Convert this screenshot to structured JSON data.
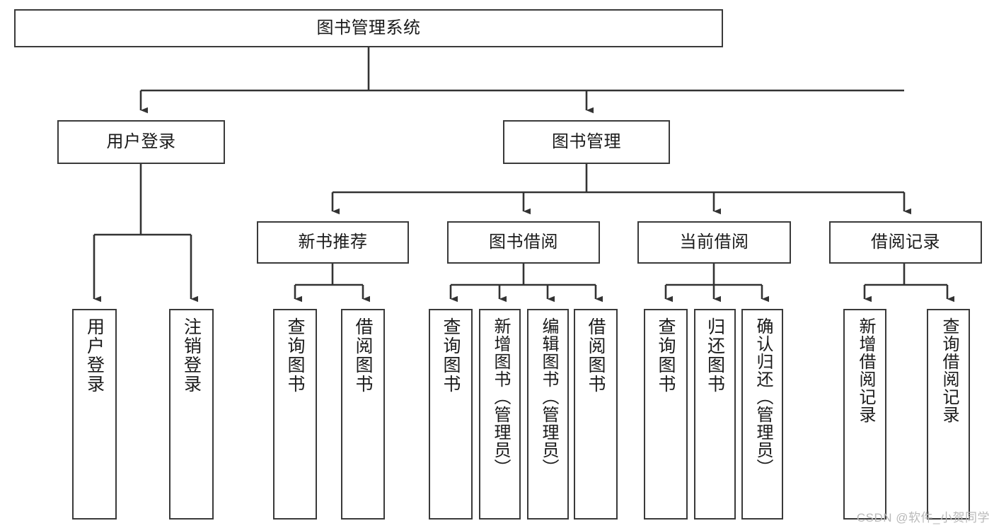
{
  "diagram": {
    "title": "图书管理系统",
    "type": "hierarchy-tree",
    "watermark": "CSDN @软件_小贺同学",
    "colors": {
      "background": "#ffffff",
      "box_border": "#3a3a3a",
      "connector": "#333333",
      "text": "#1a1a1a",
      "watermark": "#b9b9b9"
    },
    "nodes": {
      "root": {
        "label": "图书管理系统",
        "level": 0,
        "orientation": "horizontal"
      },
      "n_user_login": {
        "label": "用户登录",
        "level": 1,
        "orientation": "horizontal"
      },
      "n_book_admin": {
        "label": "图书管理",
        "level": 1,
        "orientation": "horizontal"
      },
      "n_new_book_rec": {
        "label": "新书推荐",
        "level": 2,
        "orientation": "horizontal"
      },
      "n_book_borrow": {
        "label": "图书借阅",
        "level": 2,
        "orientation": "horizontal"
      },
      "n_current_borrow": {
        "label": "当前借阅",
        "level": 2,
        "orientation": "horizontal"
      },
      "n_borrow_record": {
        "label": "借阅记录",
        "level": 2,
        "orientation": "horizontal"
      },
      "l_user_login": {
        "label": "用户登录",
        "level": 3,
        "orientation": "vertical"
      },
      "l_logout": {
        "label": "注销登录",
        "level": 3,
        "orientation": "vertical"
      },
      "l_query_book_1": {
        "label": "查询图书",
        "level": 3,
        "orientation": "vertical"
      },
      "l_borrow_book_1": {
        "label": "借阅图书",
        "level": 3,
        "orientation": "vertical"
      },
      "l_query_book_2": {
        "label": "查询图书",
        "level": 3,
        "orientation": "vertical"
      },
      "l_add_book": {
        "label": "新增图书（管理员）",
        "level": 3,
        "orientation": "vertical"
      },
      "l_edit_book": {
        "label": "编辑图书（管理员）",
        "level": 3,
        "orientation": "vertical"
      },
      "l_borrow_book_2": {
        "label": "借阅图书",
        "level": 3,
        "orientation": "vertical"
      },
      "l_query_book_3": {
        "label": "查询图书",
        "level": 3,
        "orientation": "vertical"
      },
      "l_return_book": {
        "label": "归还图书",
        "level": 3,
        "orientation": "vertical"
      },
      "l_confirm_return": {
        "label": "确认归还（管理员）",
        "level": 3,
        "orientation": "vertical"
      },
      "l_add_record": {
        "label": "新增借阅记录",
        "level": 3,
        "orientation": "vertical"
      },
      "l_query_record": {
        "label": "查询借阅记录",
        "level": 3,
        "orientation": "vertical"
      }
    },
    "edges": [
      {
        "from": "root",
        "to": "n_user_login"
      },
      {
        "from": "root",
        "to": "n_book_admin"
      },
      {
        "from": "n_user_login",
        "to": "l_user_login"
      },
      {
        "from": "n_user_login",
        "to": "l_logout"
      },
      {
        "from": "n_book_admin",
        "to": "n_new_book_rec"
      },
      {
        "from": "n_book_admin",
        "to": "n_book_borrow"
      },
      {
        "from": "n_book_admin",
        "to": "n_current_borrow"
      },
      {
        "from": "n_book_admin",
        "to": "n_borrow_record"
      },
      {
        "from": "n_new_book_rec",
        "to": "l_query_book_1"
      },
      {
        "from": "n_new_book_rec",
        "to": "l_borrow_book_1"
      },
      {
        "from": "n_book_borrow",
        "to": "l_query_book_2"
      },
      {
        "from": "n_book_borrow",
        "to": "l_add_book"
      },
      {
        "from": "n_book_borrow",
        "to": "l_edit_book"
      },
      {
        "from": "n_book_borrow",
        "to": "l_borrow_book_2"
      },
      {
        "from": "n_current_borrow",
        "to": "l_query_book_3"
      },
      {
        "from": "n_current_borrow",
        "to": "l_return_book"
      },
      {
        "from": "n_current_borrow",
        "to": "l_confirm_return"
      },
      {
        "from": "n_borrow_record",
        "to": "l_add_record"
      },
      {
        "from": "n_borrow_record",
        "to": "l_query_record"
      }
    ]
  }
}
